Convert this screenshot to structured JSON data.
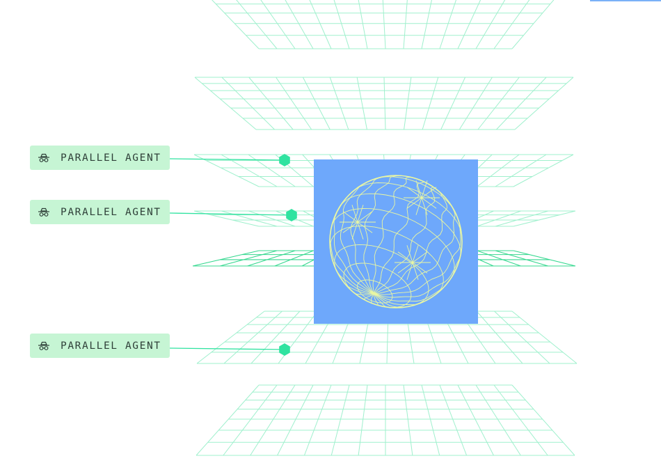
{
  "agents": [
    {
      "label": "PARALLEL AGENT",
      "icon": "spy-agent-icon"
    },
    {
      "label": "PARALLEL AGENT",
      "icon": "spy-agent-icon"
    },
    {
      "label": "PARALLEL AGENT",
      "icon": "spy-agent-icon"
    }
  ],
  "colors": {
    "grid": "#9ff0cd",
    "grid_strong": "#35d88f",
    "node": "#2fe3a0",
    "label_bg": "#c6f5d4",
    "label_text": "#2e3f38",
    "panel": "#6ea8fb",
    "sphere_wire": "#eaf7a2",
    "corner_bar": "#7ab1f7"
  }
}
